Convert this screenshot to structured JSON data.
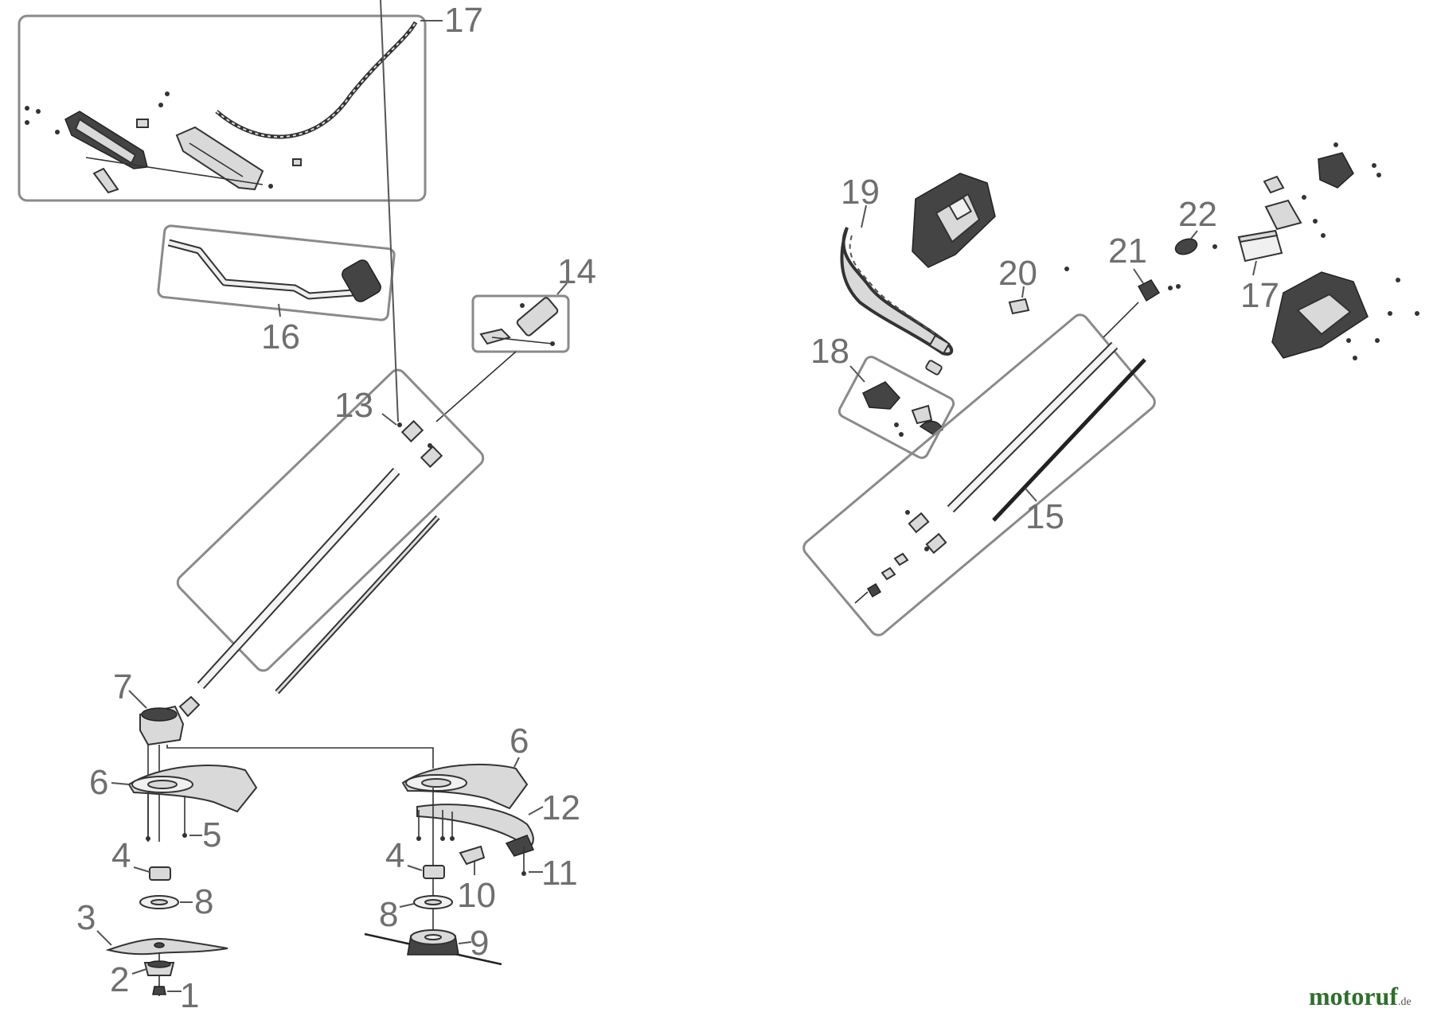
{
  "callouts": {
    "c1": "1",
    "c2": "2",
    "c3": "3",
    "c4a": "4",
    "c4b": "4",
    "c5": "5",
    "c6a": "6",
    "c6b": "6",
    "c7": "7",
    "c8a": "8",
    "c8b": "8",
    "c9": "9",
    "c10": "10",
    "c11": "11",
    "c12": "12",
    "c13": "13",
    "c14": "14",
    "c15": "15",
    "c16": "16",
    "c17a": "17",
    "c17b": "17",
    "c18": "18",
    "c19": "19",
    "c20": "20",
    "c21": "21",
    "c22": "22"
  },
  "brand": {
    "name": "motoruf",
    "suffix": ".de",
    "color": "#2e6f2a"
  }
}
